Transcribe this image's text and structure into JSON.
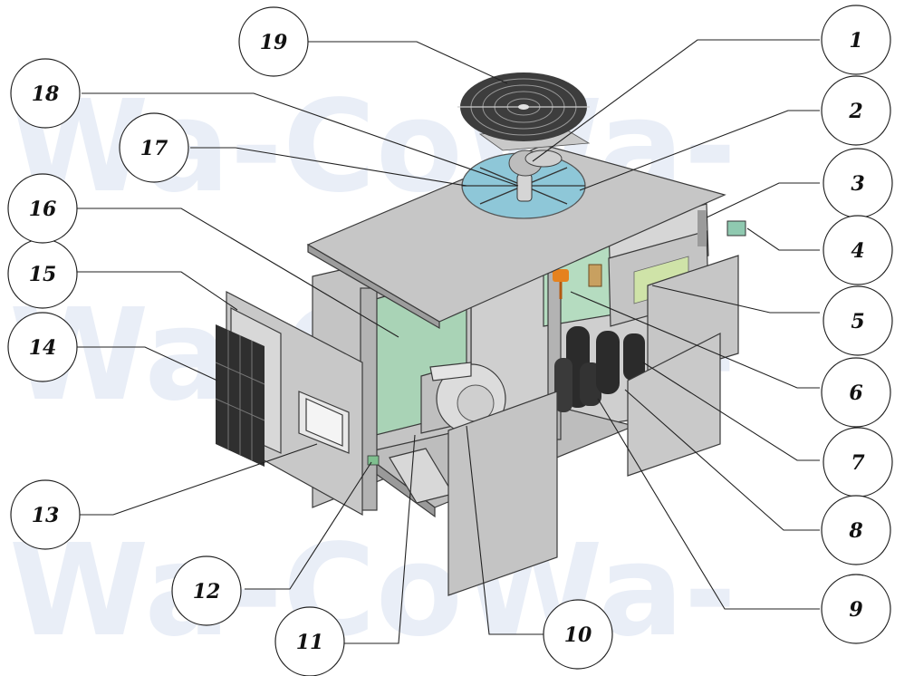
{
  "watermark": "Wa-CoWa-",
  "callouts": [
    "1",
    "2",
    "3",
    "4",
    "5",
    "6",
    "7",
    "8",
    "9",
    "10",
    "11",
    "12",
    "13",
    "14",
    "15",
    "16",
    "17",
    "18",
    "19"
  ],
  "colors": {
    "sheet_metal": "#c9c9c9",
    "sheet_metal_dark": "#a9a9a9",
    "coil_green": "#a9d3b6",
    "fan_shroud_blue": "#8ec7d8",
    "compressor": "#2b2b2b",
    "accent_orange": "#e5821e"
  }
}
